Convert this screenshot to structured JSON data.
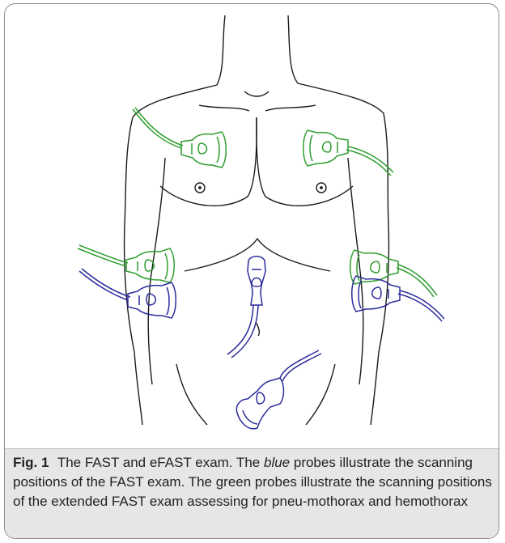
{
  "colors": {
    "fast_probe": "#2b2b9c",
    "efast_probe": "#2f9e2f",
    "outline": "#1a1a1a"
  },
  "probes": [
    {
      "id": "probe-left-chest",
      "color": "efast_probe"
    },
    {
      "id": "probe-right-chest",
      "color": "efast_probe"
    },
    {
      "id": "probe-left-thorax",
      "color": "efast_probe"
    },
    {
      "id": "probe-right-thorax",
      "color": "efast_probe"
    },
    {
      "id": "probe-left-abdomen",
      "color": "fast_probe"
    },
    {
      "id": "probe-right-abdomen",
      "color": "fast_probe"
    },
    {
      "id": "probe-subxiphoid",
      "color": "fast_probe"
    },
    {
      "id": "probe-pelvic",
      "color": "fast_probe"
    }
  ],
  "caption": {
    "label": "Fig. 1",
    "text_1": "The FAST and eFAST exam. The",
    "italic_word": "blue",
    "text_2": "probes illustrate the scanning positions of the FAST exam. The green probes illustrate the scanning positions of the extended FAST exam assessing for pneu-mothorax and hemothorax"
  }
}
